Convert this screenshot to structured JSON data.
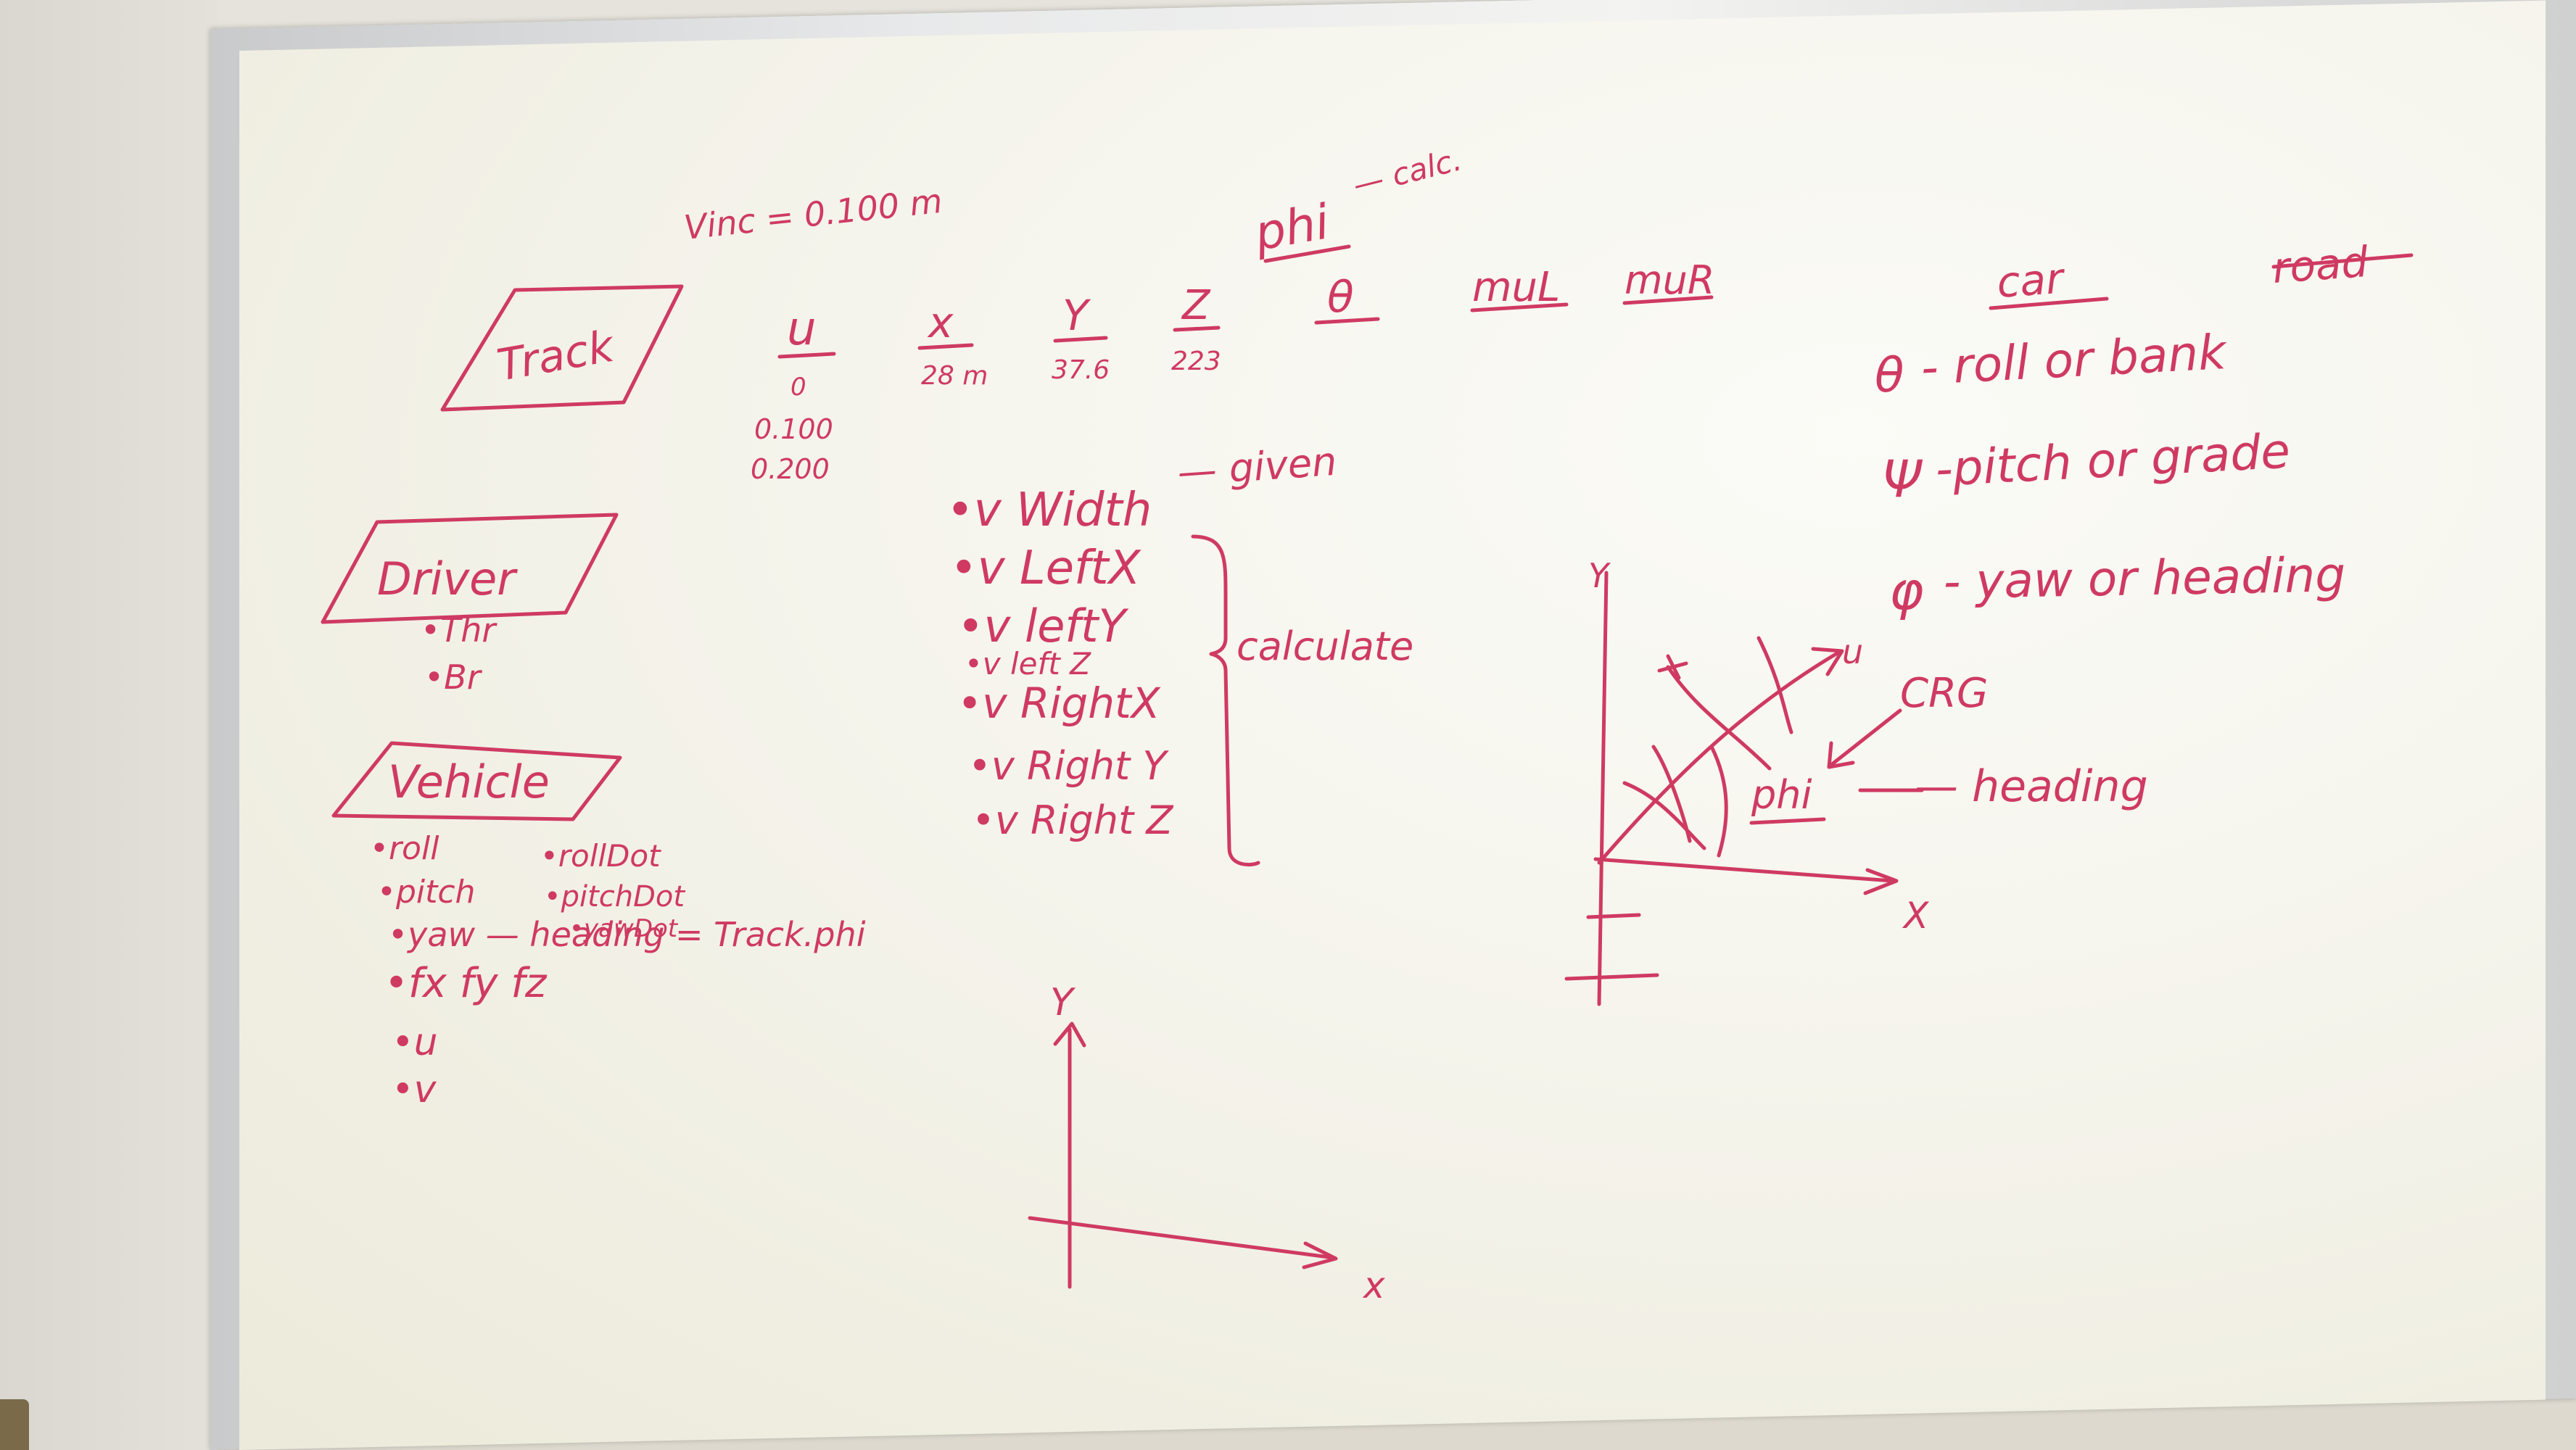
{
  "header": {
    "vinc": "Vinc = 0.100 m",
    "phi": "phi",
    "phi_calc": "— calc.",
    "theta": "θ",
    "mul": "muL",
    "mur": "muR"
  },
  "track": {
    "label": "Track",
    "columns": [
      {
        "name": "u",
        "values": [
          "0",
          "0.100",
          "0.200"
        ]
      },
      {
        "name": "x",
        "values": [
          "28 m"
        ]
      },
      {
        "name": "Y",
        "values": [
          "37.6"
        ]
      },
      {
        "name": "Z",
        "values": [
          "223"
        ]
      }
    ]
  },
  "legend": {
    "car": "car",
    "road": "road",
    "items": [
      {
        "symbol": "θ",
        "text": "- roll or bank"
      },
      {
        "symbol": "Ψ",
        "text": "-pitch or grade"
      },
      {
        "symbol": "φ",
        "text": "- yaw or heading"
      }
    ]
  },
  "driver": {
    "label": "Driver",
    "items": [
      "•Thr",
      "•Br"
    ]
  },
  "vehicle": {
    "label": "Vehicle",
    "left_items": [
      "•roll",
      "•pitch",
      "•yaw — heading = Track.phi",
      "•fx fy fz",
      "•u",
      "•v"
    ],
    "right_items": [
      "•rollDot",
      "•pitchDot",
      "•yawDot"
    ]
  },
  "fields": {
    "given": {
      "items": [
        "•v Width"
      ],
      "note": "— given"
    },
    "calculated": {
      "items": [
        "•v LeftX",
        "•v leftY",
        "•v left Z",
        "•v RightX",
        "•v Right Y",
        "•v Right Z"
      ],
      "note": "calculate"
    }
  },
  "diagram_right": {
    "y_axis": "Y",
    "x_axis": "X",
    "u_axis": "u",
    "crg": "CRG",
    "phi": "phi",
    "heading": "— heading"
  },
  "diagram_small": {
    "y_axis": "Y",
    "x_axis": "x"
  },
  "ink_color": "#cf3a62"
}
